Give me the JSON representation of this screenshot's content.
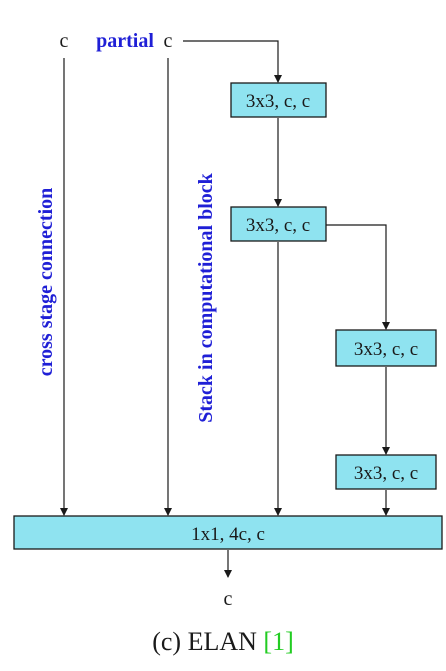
{
  "input": {
    "left_c": "c",
    "partial": "partial",
    "right_c": "c"
  },
  "side_labels": {
    "cross_stage": "cross stage connection",
    "stack": "Stack in computational block"
  },
  "blocks": [
    "3x3, c, c",
    "3x3, c, c",
    "3x3, c, c",
    "3x3, c, c"
  ],
  "merge_block": "1x1, 4c, c",
  "output": "c",
  "caption": {
    "prefix": "(c) ELAN ",
    "cite": "[1]"
  },
  "colors": {
    "block_fill": "#8fe3f0",
    "label_blue": "#1f1fd6",
    "cite_green": "#22cc22",
    "line": "#1a1a1a"
  }
}
